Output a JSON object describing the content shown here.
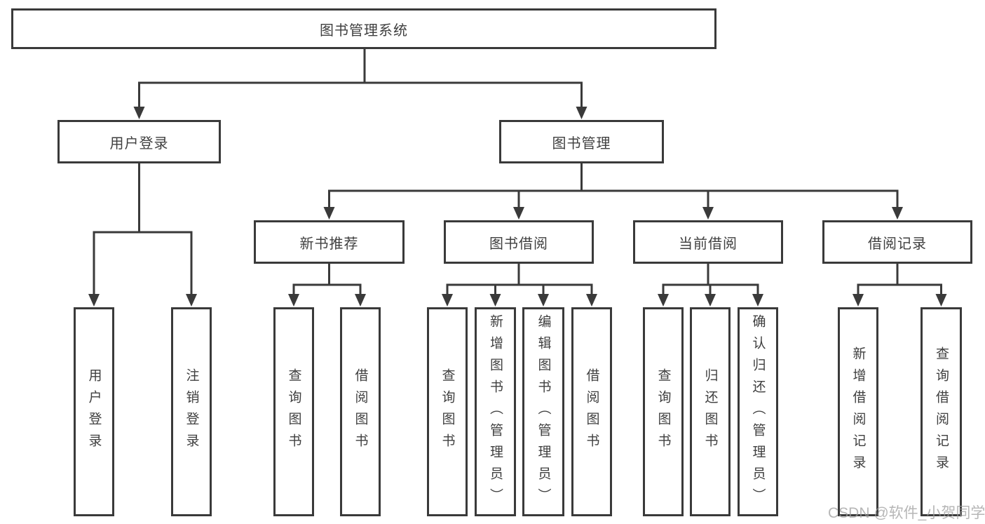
{
  "diagram": {
    "title": "图书管理系统",
    "nodes": {
      "root": {
        "label": "图书管理系统"
      },
      "user_login": {
        "label": "用户登录"
      },
      "book_mgmt": {
        "label": "图书管理"
      },
      "new_book_rec": {
        "label": "新书推荐"
      },
      "book_borrow": {
        "label": "图书借阅"
      },
      "current_borrow": {
        "label": "当前借阅"
      },
      "borrow_records": {
        "label": "借阅记录"
      },
      "leaf_user_login": {
        "label": "用户登录"
      },
      "leaf_logout": {
        "label": "注销登录"
      },
      "leaf_query_books_1": {
        "label": "查询图书"
      },
      "leaf_borrow_books_1": {
        "label": "借阅图书"
      },
      "leaf_query_books_2": {
        "label": "查询图书"
      },
      "leaf_add_books": {
        "label": "新增图书（管理员）"
      },
      "leaf_edit_books": {
        "label": "编辑图书（管理员）"
      },
      "leaf_borrow_books_2": {
        "label": "借阅图书"
      },
      "leaf_query_books_3": {
        "label": "查询图书"
      },
      "leaf_return_books": {
        "label": "归还图书"
      },
      "leaf_confirm_return": {
        "label": "确认归还（管理员）"
      },
      "leaf_add_record": {
        "label": "新增借阅记录"
      },
      "leaf_query_record": {
        "label": "查询借阅记录"
      }
    },
    "structure": {
      "root": [
        "user_login",
        "book_mgmt"
      ],
      "user_login": [
        "leaf_user_login",
        "leaf_logout"
      ],
      "book_mgmt": [
        "new_book_rec",
        "book_borrow",
        "current_borrow",
        "borrow_records"
      ],
      "new_book_rec": [
        "leaf_query_books_1",
        "leaf_borrow_books_1"
      ],
      "book_borrow": [
        "leaf_query_books_2",
        "leaf_add_books",
        "leaf_edit_books",
        "leaf_borrow_books_2"
      ],
      "current_borrow": [
        "leaf_query_books_3",
        "leaf_return_books",
        "leaf_confirm_return"
      ],
      "borrow_records": [
        "leaf_add_record",
        "leaf_query_record"
      ]
    },
    "colors": {
      "line": "#3a3a3a",
      "text": "#3f3f3f",
      "box_fill": "#ffffff",
      "background": "#ffffff",
      "watermark": "#9e9e9e"
    }
  },
  "watermark": {
    "text": "CSDN @软件_小贺同学"
  }
}
